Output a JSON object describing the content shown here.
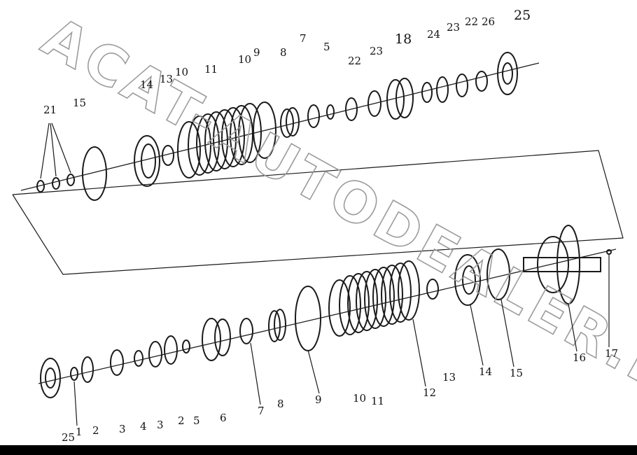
{
  "watermark": "ACAT-AUTODEALER.RU",
  "upper_labels": [
    "21",
    "15",
    "14",
    "13",
    "10",
    "11",
    "10",
    "9",
    "8",
    "7",
    "5",
    "22",
    "23",
    "18",
    "24",
    "23",
    "22",
    "26",
    "25"
  ],
  "lower_labels": [
    "25",
    "1",
    "2",
    "3",
    "4",
    "3",
    "2",
    "5",
    "6",
    "7",
    "8",
    "9",
    "10",
    "11",
    "12",
    "13",
    "14",
    "15",
    "16",
    "17"
  ]
}
